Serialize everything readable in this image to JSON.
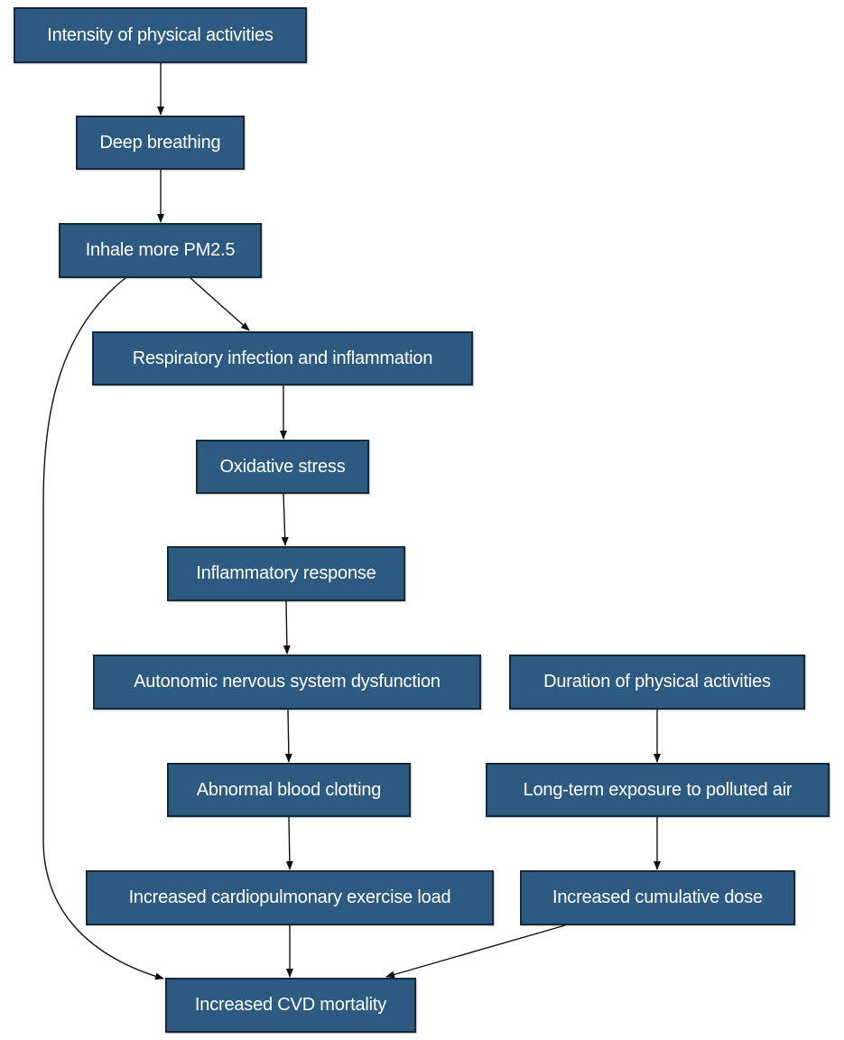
{
  "nodes": {
    "intensity": "Intensity of physical activities",
    "deep": "Deep breathing",
    "inhale": "Inhale more PM2.5",
    "resp": "Respiratory infection and inflammation",
    "oxid": "Oxidative stress",
    "inflam": "Inflammatory response",
    "autonomic": "Autonomic nervous system dysfunction",
    "duration": "Duration of physical activities",
    "clot": "Abnormal blood clotting",
    "longterm": "Long-term exposure to polluted air",
    "cardio": "Increased cardiopulmonary exercise load",
    "cumulative": "Increased cumulative dose",
    "cvd": "Increased CVD mortality"
  },
  "edges": [
    {
      "from": "intensity",
      "to": "deep"
    },
    {
      "from": "deep",
      "to": "inhale"
    },
    {
      "from": "inhale",
      "to": "resp"
    },
    {
      "from": "inhale",
      "to": "cvd"
    },
    {
      "from": "resp",
      "to": "oxid"
    },
    {
      "from": "oxid",
      "to": "inflam"
    },
    {
      "from": "inflam",
      "to": "autonomic"
    },
    {
      "from": "autonomic",
      "to": "clot"
    },
    {
      "from": "clot",
      "to": "cardio"
    },
    {
      "from": "cardio",
      "to": "cvd"
    },
    {
      "from": "duration",
      "to": "longterm"
    },
    {
      "from": "longterm",
      "to": "cumulative"
    },
    {
      "from": "cumulative",
      "to": "cvd"
    }
  ],
  "colors": {
    "node_fill": "#2c5a80",
    "node_border": "#16293a",
    "node_text": "#ffffff",
    "edge": "#111111"
  }
}
